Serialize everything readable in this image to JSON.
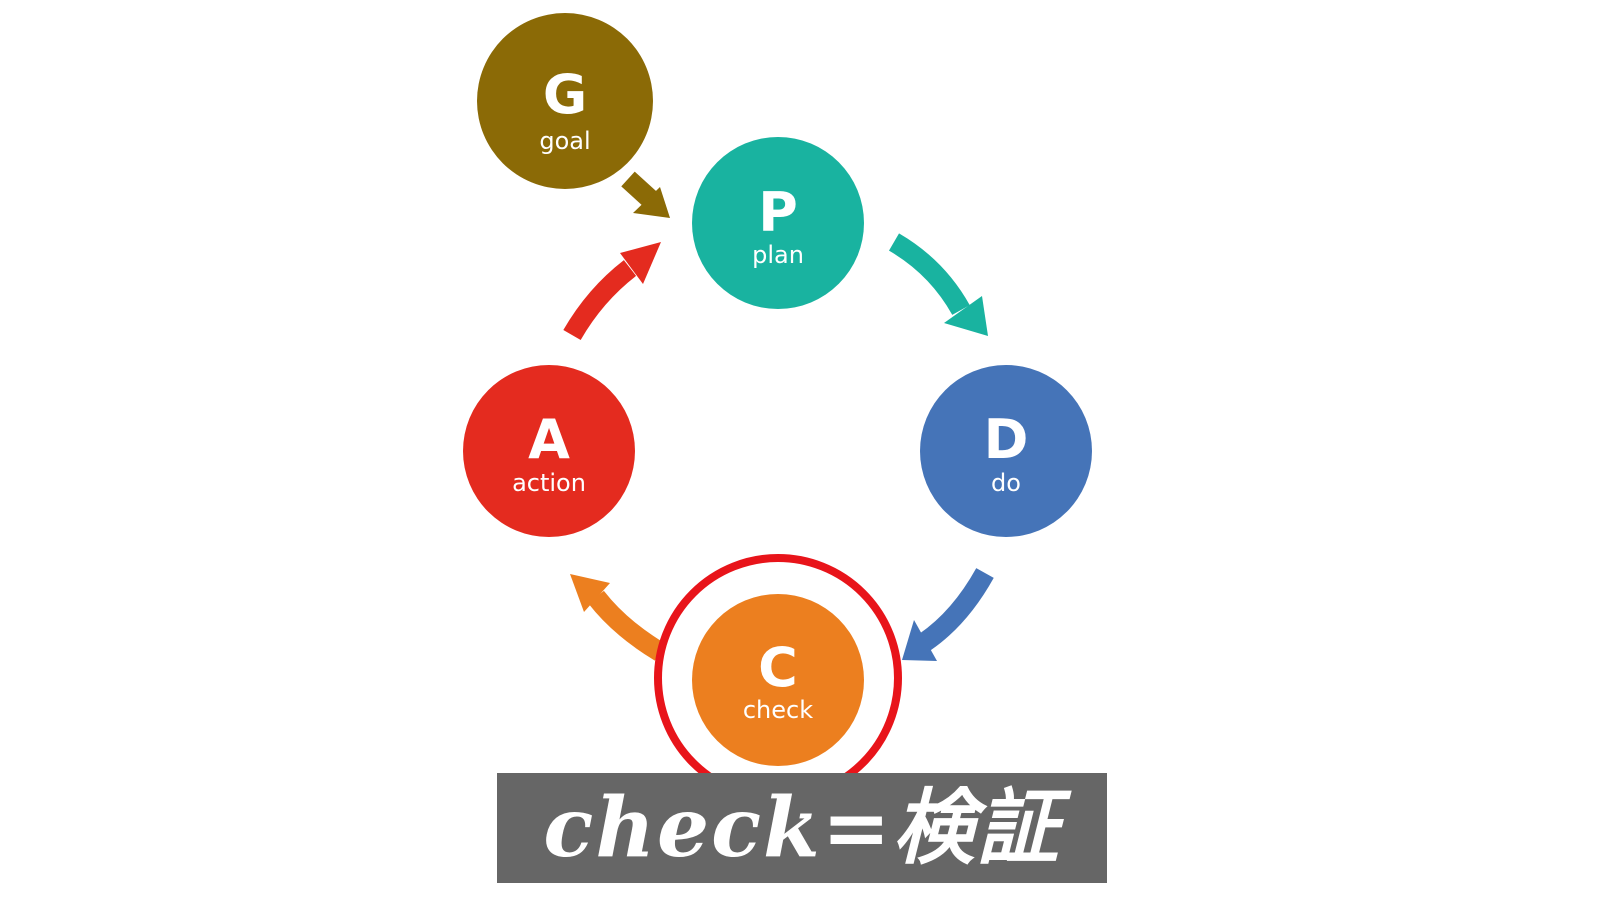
{
  "colors": {
    "goal": "#8B6A06",
    "plan": "#19B3A0",
    "do": "#4574B8",
    "check": "#EC7F1F",
    "action": "#E42B1F",
    "highlight": "#E8141A",
    "caption_bg": "#666666"
  },
  "nodes": {
    "goal": {
      "letter": "G",
      "label": "goal"
    },
    "plan": {
      "letter": "P",
      "label": "plan"
    },
    "do": {
      "letter": "D",
      "label": "do"
    },
    "check": {
      "letter": "C",
      "label": "check"
    },
    "action": {
      "letter": "A",
      "label": "action"
    }
  },
  "highlighted_node": "check",
  "caption": "check=検証"
}
